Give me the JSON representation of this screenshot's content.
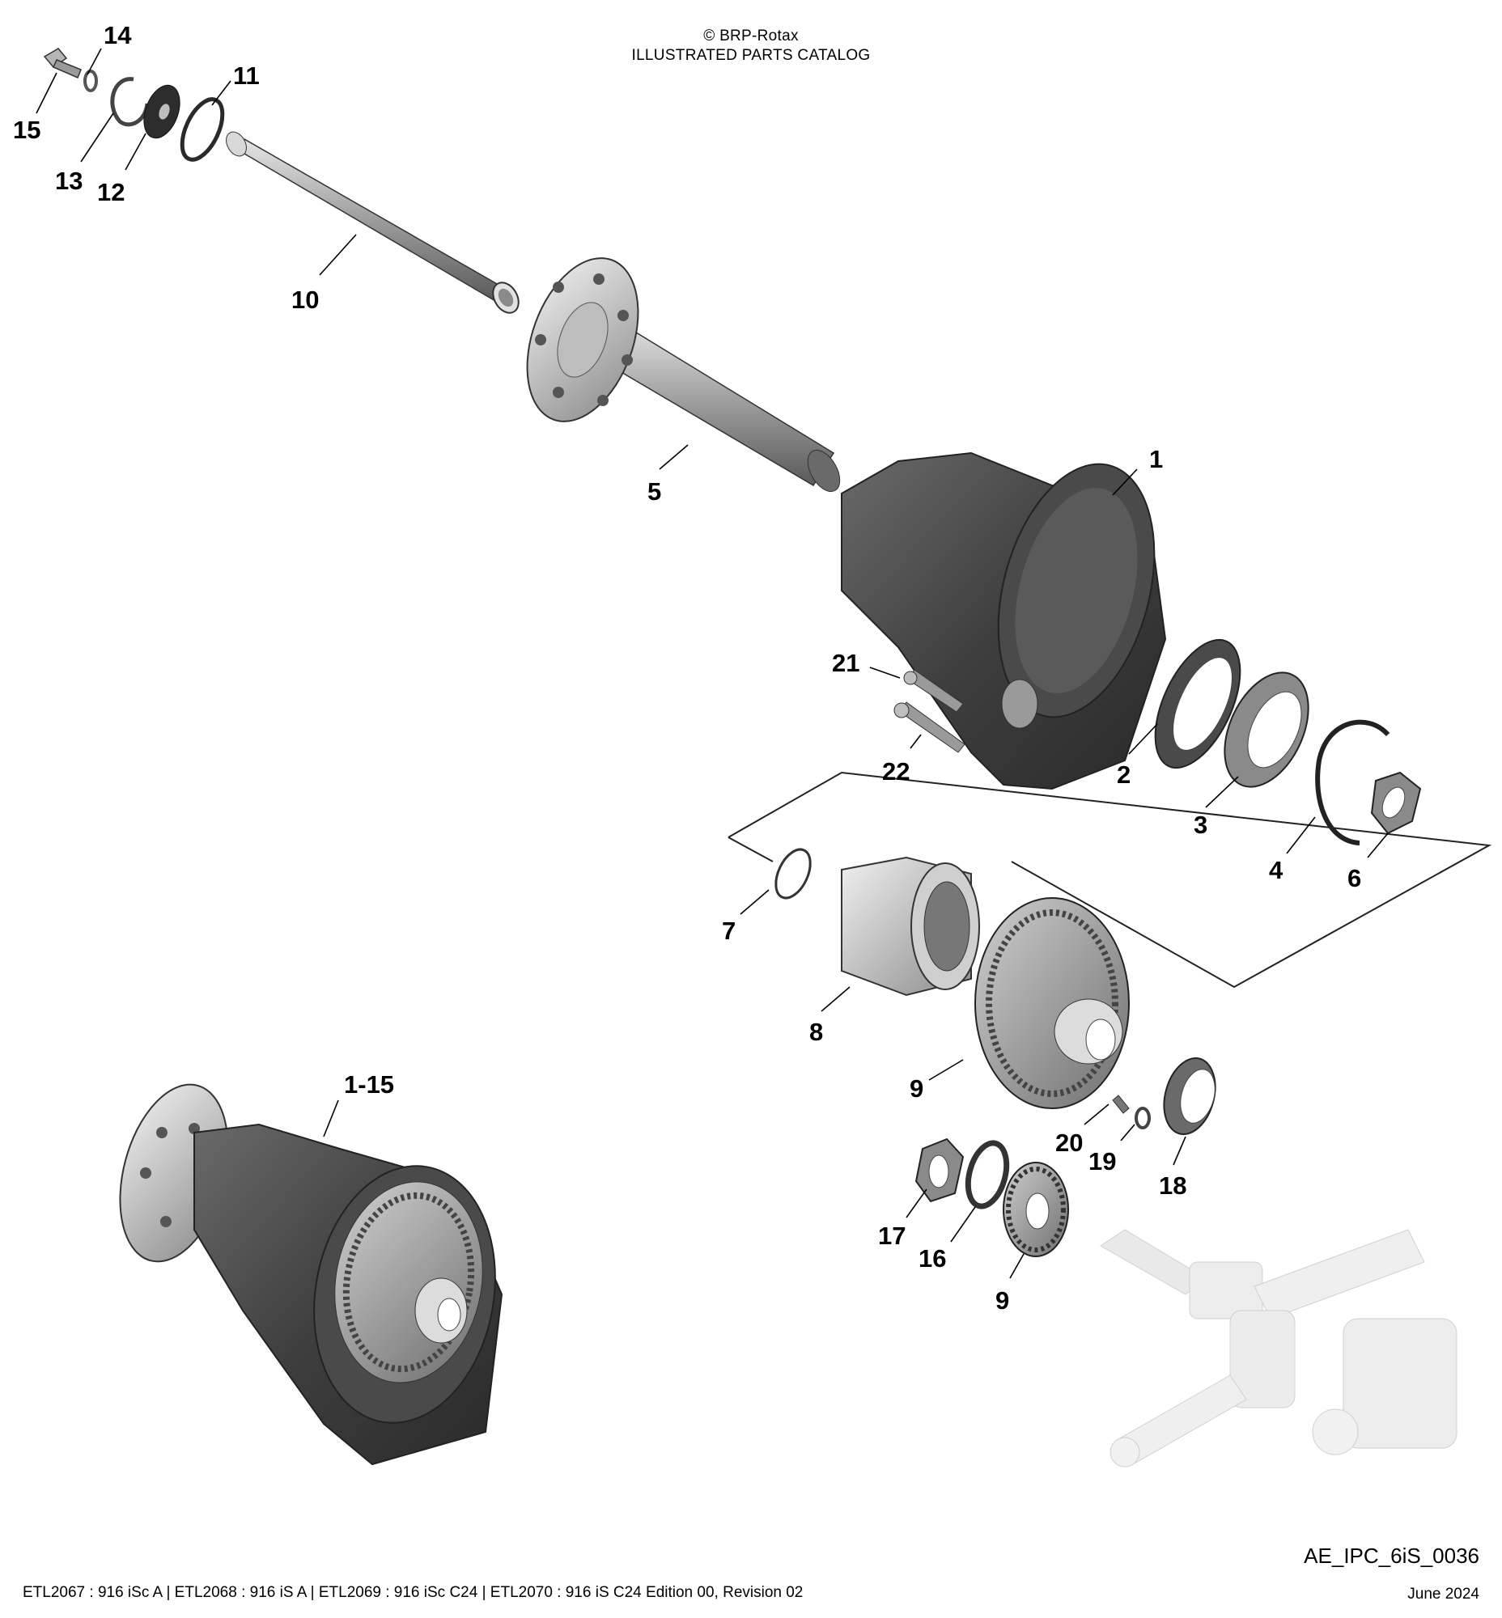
{
  "header": {
    "copyright": "© BRP-Rotax",
    "title": "ILLUSTRATED PARTS CATALOG"
  },
  "callouts": [
    {
      "key": "c14",
      "text": "14"
    },
    {
      "key": "c11",
      "text": "11"
    },
    {
      "key": "c15",
      "text": "15"
    },
    {
      "key": "c13",
      "text": "13"
    },
    {
      "key": "c12",
      "text": "12"
    },
    {
      "key": "c10",
      "text": "10"
    },
    {
      "key": "c5",
      "text": "5"
    },
    {
      "key": "c1",
      "text": "1"
    },
    {
      "key": "c21",
      "text": "21"
    },
    {
      "key": "c22",
      "text": "22"
    },
    {
      "key": "c2",
      "text": "2"
    },
    {
      "key": "c3",
      "text": "3"
    },
    {
      "key": "c4",
      "text": "4"
    },
    {
      "key": "c6",
      "text": "6"
    },
    {
      "key": "c7",
      "text": "7"
    },
    {
      "key": "c8",
      "text": "8"
    },
    {
      "key": "c9a",
      "text": "9"
    },
    {
      "key": "c20",
      "text": "20"
    },
    {
      "key": "c19",
      "text": "19"
    },
    {
      "key": "c18",
      "text": "18"
    },
    {
      "key": "c17",
      "text": "17"
    },
    {
      "key": "c16",
      "text": "16"
    },
    {
      "key": "c9b",
      "text": "9"
    },
    {
      "key": "c115",
      "text": "1-15"
    }
  ],
  "drawing_code": "AE_IPC_6iS_0036",
  "footer": {
    "left": "ETL2067 : 916 iSc A | ETL2068 : 916 iS A | ETL2069 : 916 iSc C24 | ETL2070 : 916 iS C24 Edition 00, Revision 02",
    "right": "June 2024"
  }
}
